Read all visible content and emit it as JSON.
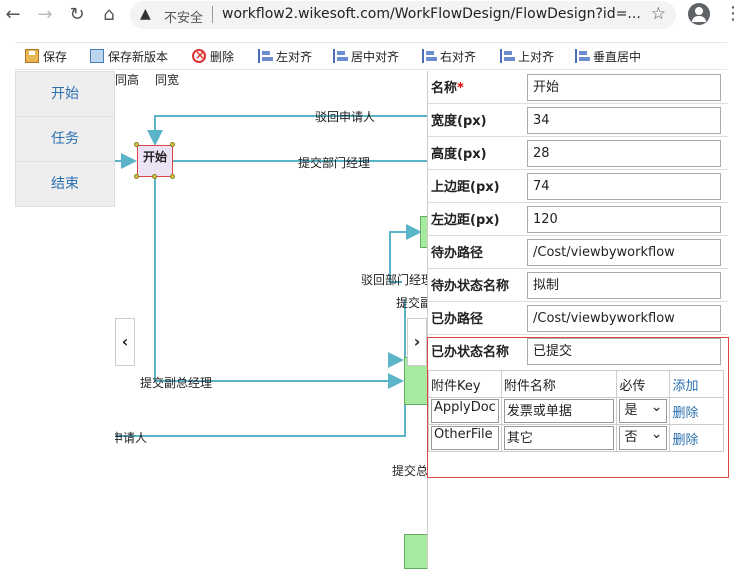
{
  "browser": {
    "insecure_label": "不安全",
    "url": "workflow2.wikesoft.com/WorkFlowDesign/FlowDesign?id=..."
  },
  "toolbar": {
    "save": "保存",
    "save_new_version": "保存新版本",
    "delete": "删除",
    "align_left": "左对齐",
    "align_center": "居中对齐",
    "align_right": "右对齐",
    "align_top": "上对齐",
    "align_middle": "垂直居中"
  },
  "left_tools": [
    "开始",
    "任务",
    "结束"
  ],
  "canvas": {
    "same_height": "同高",
    "same_width": "同宽",
    "start_node": "开始",
    "labels": {
      "reject_applicant": "驳回申请人",
      "submit_dept_manager": "提交部门经理",
      "reject_dept_manager": "驳回部门经理",
      "submit_vice": "提交副",
      "submit_vice_gm": "提交副总经理",
      "applicant": "申请人",
      "submit_gm": "提交总"
    }
  },
  "properties": [
    {
      "label": "名称",
      "required": true,
      "value": "开始"
    },
    {
      "label": "宽度(px)",
      "required": false,
      "value": "34"
    },
    {
      "label": "高度(px)",
      "required": false,
      "value": "28"
    },
    {
      "label": "上边距(px)",
      "required": false,
      "value": "74"
    },
    {
      "label": "左边距(px)",
      "required": false,
      "value": "120"
    },
    {
      "label": "待办路径",
      "required": false,
      "value": "/Cost/viewbyworkflow"
    },
    {
      "label": "待办状态名称",
      "required": false,
      "value": "拟制"
    },
    {
      "label": "已办路径",
      "required": false,
      "value": "/Cost/viewbyworkflow"
    },
    {
      "label": "已办状态名称",
      "required": false,
      "value": "已提交"
    }
  ],
  "attachments": {
    "headers": [
      "附件Key",
      "附件名称",
      "必传",
      "添加"
    ],
    "rows": [
      {
        "key": "ApplyDoc",
        "name": "发票或单据",
        "required": "是",
        "action": "删除"
      },
      {
        "key": "OtherFile",
        "name": "其它",
        "required": "否",
        "action": "删除"
      }
    ]
  },
  "colors": {
    "flow_line": "#5bb4c8",
    "link": "#2a6fb0",
    "start_node_fill": "#ece4f4",
    "task_node_fill": "#a6eaa0",
    "highlight_border": "#d44444"
  }
}
